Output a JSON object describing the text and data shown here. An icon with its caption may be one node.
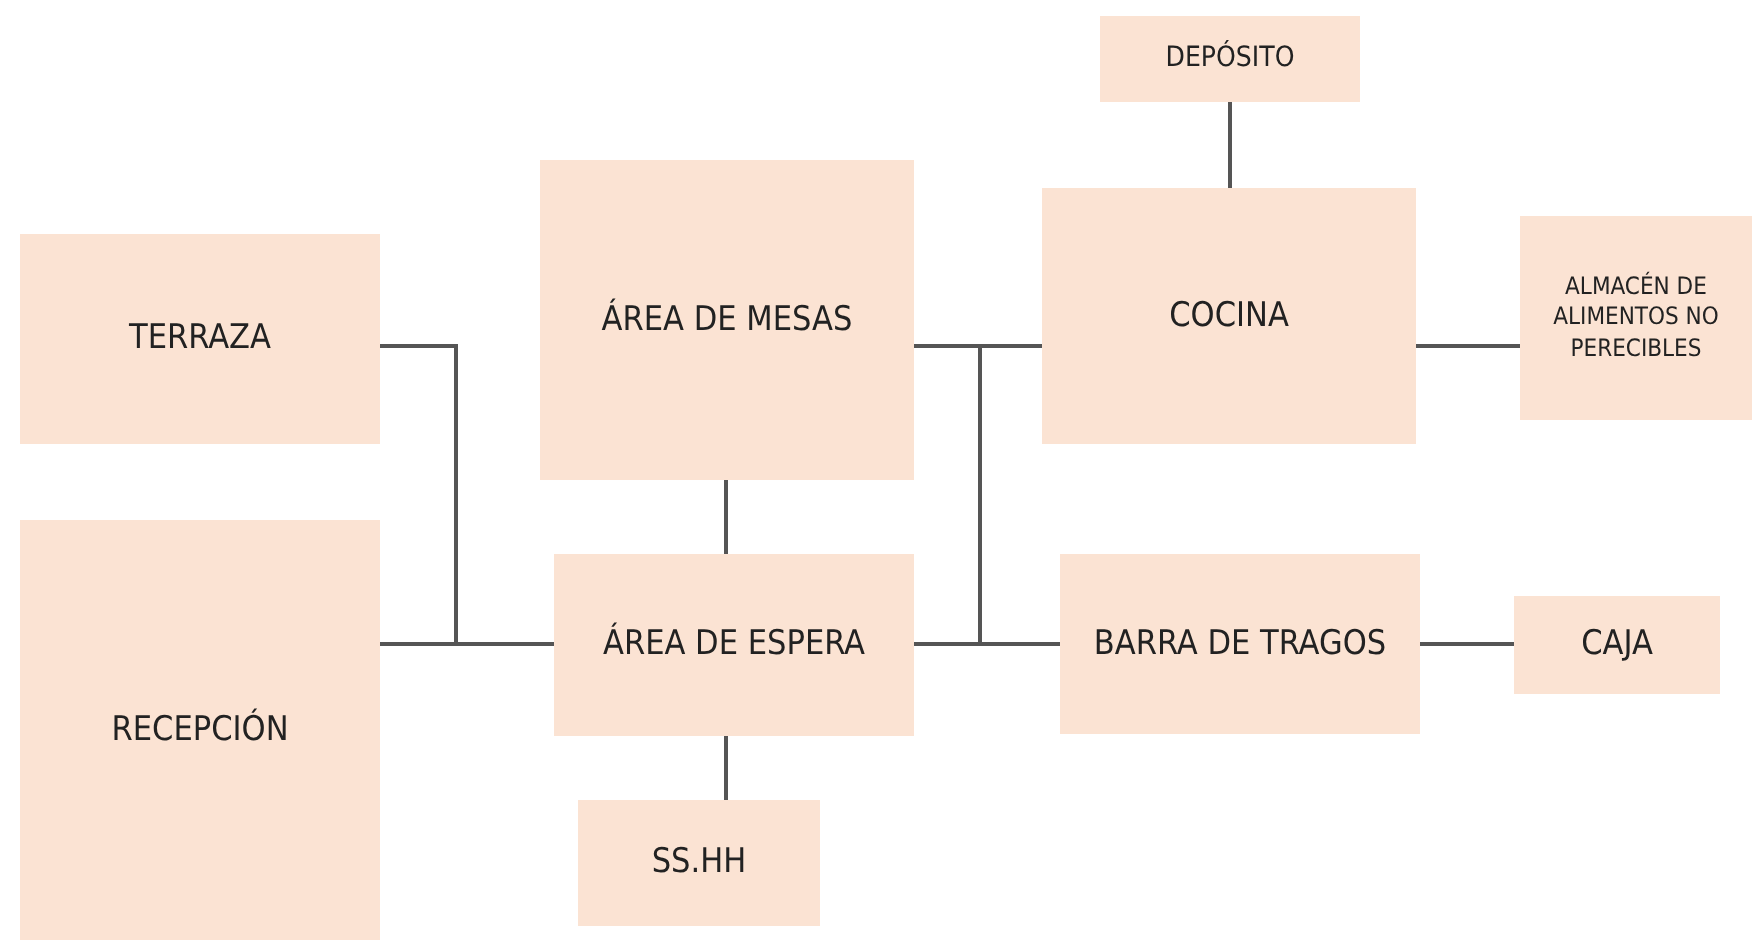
{
  "diagram": {
    "nodes": [
      {
        "text": [
          "DEPÓSITO"
        ]
      },
      {
        "text": [
          "TERRAZA"
        ]
      },
      {
        "text": [
          "ÁREA DE MESAS"
        ]
      },
      {
        "text": [
          "COCINA"
        ]
      },
      {
        "text": [
          "ALMACÉN DE ALIMENTOS NO PERECIBLES"
        ]
      },
      {
        "text": [
          "RECEPCIÓN"
        ]
      },
      {
        "text": [
          "ÁREA DE ESPERA"
        ]
      },
      {
        "text": [
          "BARRA DE TRAGOS"
        ]
      },
      {
        "text": [
          "CAJA"
        ]
      },
      {
        "text": [
          "SS.HH"
        ]
      }
    ],
    "edges": [
      {
        "from": 0,
        "to": 3,
        "arrow": "none"
      },
      {
        "from": 3,
        "to": 4,
        "arrow": "none"
      },
      {
        "from": 1,
        "to": 6,
        "arrow": "none"
      },
      {
        "from": 5,
        "to": 6,
        "arrow": "none"
      },
      {
        "from": 2,
        "to": 6,
        "arrow": "none"
      },
      {
        "from": 6,
        "to": 9,
        "arrow": "none"
      },
      {
        "from": 2,
        "to": 3,
        "arrow": "none"
      },
      {
        "from": 2,
        "to": 7,
        "arrow": "none"
      },
      {
        "from": 6,
        "to": 3,
        "arrow": "none"
      },
      {
        "from": 6,
        "to": 7,
        "arrow": "none"
      },
      {
        "from": 7,
        "to": 8,
        "arrow": "none"
      }
    ]
  }
}
